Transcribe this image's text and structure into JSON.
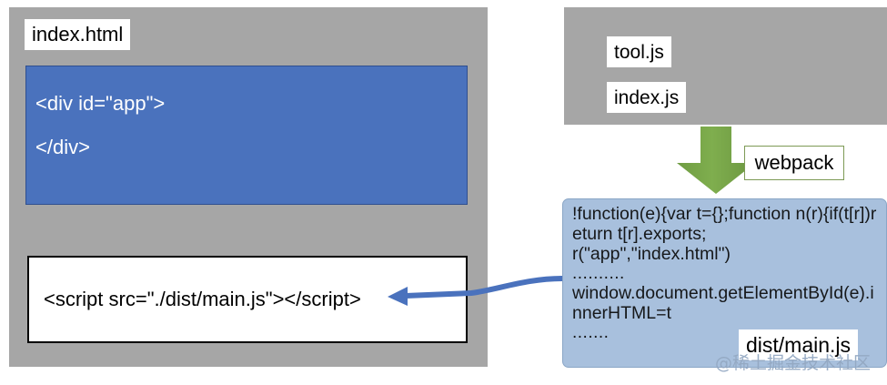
{
  "diagram": {
    "title": "webpack bundling diagram",
    "colors": {
      "panel_gray": "#a6a6a6",
      "html_box_blue": "#4a72bd",
      "bundle_box_blue": "#a8c0dd",
      "arrow_green": "#76a347",
      "arrow_blue": "#4a72bd",
      "webpack_border_green": "#7d9a55",
      "watermark": "#93a8c2"
    }
  },
  "left_panel": {
    "file_label": "index.html",
    "html_snippet": {
      "line1": "<div id=\"app\">",
      "line2": "</div>"
    },
    "script_tag": "<script src=\"./dist/main.js\"></script>"
  },
  "right_panel": {
    "source_files": [
      {
        "name": "tool.js"
      },
      {
        "name": "index.js"
      }
    ],
    "transform": {
      "arrow_icon": "down-arrow-icon",
      "tool_label": "webpack"
    },
    "bundle": {
      "output_label": "dist/main.js",
      "code_lines": [
        "!function(e){var t={};function n(r){if(t[r])return t[r].exports;",
        "r(\"app\",\"index.html\")",
        "..........",
        "window.document.getElementById(e).innerHTML=t",
        "......."
      ]
    }
  },
  "connector": {
    "icon": "left-arrow-icon",
    "from": "dist/main.js",
    "to": "script-tag"
  },
  "watermark": {
    "text": "@稀土掘金技术社区"
  }
}
